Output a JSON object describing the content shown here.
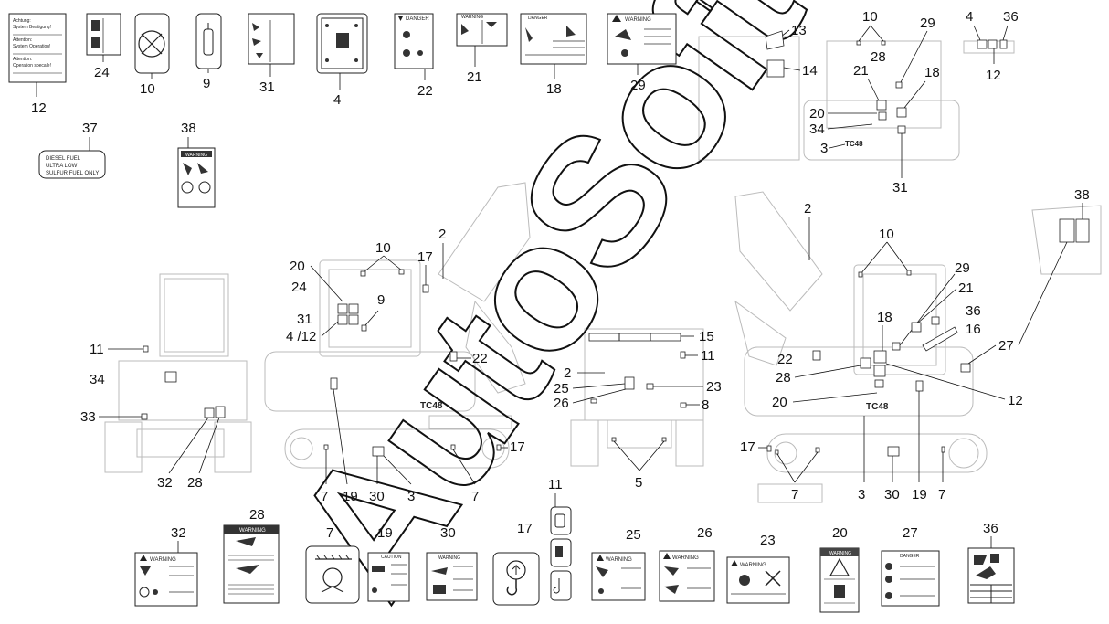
{
  "watermark": "AutoSoft",
  "diesel_label": {
    "lines": [
      "DIESEL FUEL",
      "ULTRA LOW",
      "SULFUR FUEL ONLY"
    ]
  },
  "decal_texts": {
    "warning": "WARNING",
    "danger": "DANGER",
    "caution": "CAUTION",
    "model": "TC48",
    "d12_lines": [
      "Achtung:",
      "System Beatigung!",
      "Attention:",
      "System Operation!",
      "Attention:",
      "Operation specale!"
    ]
  },
  "callouts": {
    "top_row": [
      "12",
      "24",
      "10",
      "9",
      "31",
      "4",
      "22",
      "21",
      "18",
      "29"
    ],
    "row2": [
      "37",
      "38"
    ],
    "top_right": [
      "10",
      "13",
      "14",
      "29",
      "28",
      "21",
      "18",
      "20",
      "34",
      "3",
      "31",
      "4",
      "36",
      "12"
    ],
    "left_view": [
      "20",
      "10",
      "17",
      "2",
      "24",
      "9",
      "31",
      "4 /12",
      "22",
      "11",
      "34",
      "33",
      "32",
      "28",
      "7",
      "19",
      "30",
      "3",
      "7",
      "17"
    ],
    "rear_view": [
      "15",
      "11",
      "2",
      "25",
      "23",
      "26",
      "8",
      "5"
    ],
    "right_view": [
      "2",
      "10",
      "29",
      "21",
      "36",
      "16",
      "18",
      "22",
      "28",
      "27",
      "20",
      "12",
      "17",
      "7",
      "3",
      "30",
      "19",
      "7",
      "38"
    ],
    "bottom_row": [
      "32",
      "28",
      "7",
      "19",
      "30",
      "17",
      "11",
      "25",
      "26",
      "23",
      "20",
      "27",
      "36"
    ]
  }
}
